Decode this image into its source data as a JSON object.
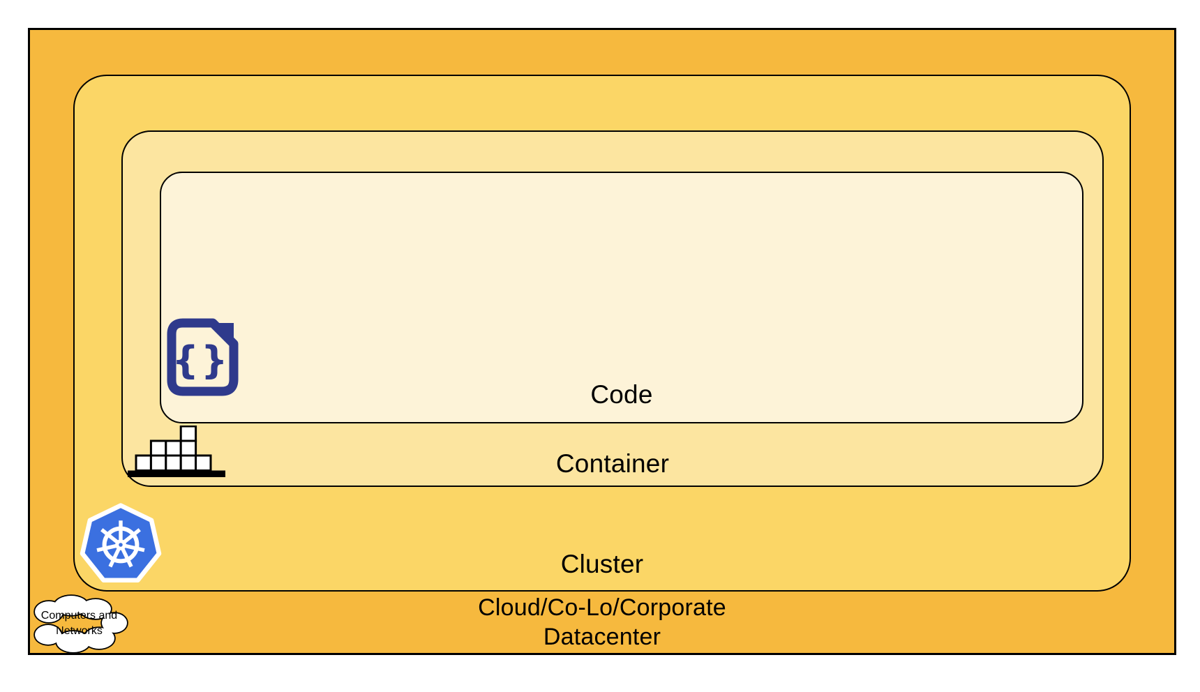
{
  "layers": {
    "code": {
      "label": "Code",
      "fill": "#FDF3D8"
    },
    "container": {
      "label": "Container",
      "fill": "#FCE5A0"
    },
    "cluster": {
      "label": "Cluster",
      "fill": "#FBD666"
    },
    "datacenter": {
      "label_line1": "Cloud/Co-Lo/Corporate",
      "label_line2": "Datacenter",
      "fill": "#F6B93E"
    }
  },
  "callout": {
    "line1": "Computers and",
    "line2": "Networks",
    "fill": "#FFFFFF"
  },
  "icons": {
    "code_icon_glyph": "{}",
    "code_icon_color": "#2F3A8C",
    "kubernetes_blue": "#3B70E0",
    "container_block_fill": "#FFFFFF",
    "outline_color": "#000000"
  }
}
